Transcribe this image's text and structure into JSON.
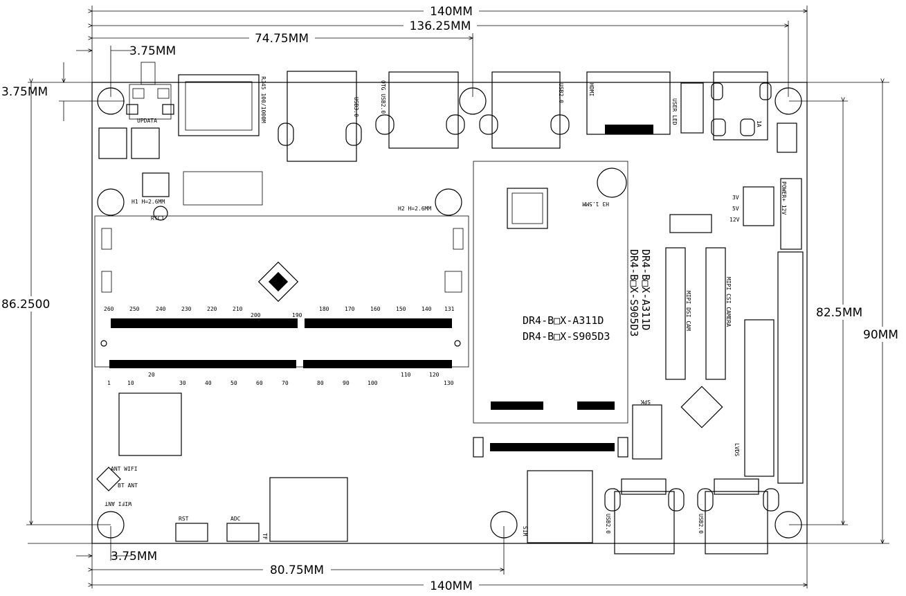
{
  "dimensions": {
    "top_width": "140MM",
    "top_inner": "136.25MM",
    "top_mid": "74.75MM",
    "top_hole_x": "3.75MM",
    "left_hole_y": "3.75MM",
    "left_height": "86.2500",
    "right_inner": "82.5MM",
    "right_height": "90MM",
    "bottom_hole_x": "3.75MM",
    "bottom_mid": "80.75MM",
    "bottom_width": "140MM"
  },
  "board_labels": {
    "model_a": "DR4-B□X-A311D",
    "model_b": "DR4-B□X-S905D3",
    "rj45": "RJ45 100/1000M",
    "usb30": "USB3.0",
    "otg": "OTG USB2.0",
    "usb20_top": "USB2.0",
    "hdmi": "HDMI",
    "user_led": "USER LED",
    "update": "UPDATA",
    "h1": "H1 H=2.6MM",
    "h2": "H2 H=2.6MM",
    "h3": "H3 1.5MM",
    "rtc": "RTC1",
    "power": "POWER+ 12V",
    "v3": "3V",
    "v5": "5V",
    "v12": "12V",
    "dc_fuse": "1A",
    "mipi_dsi": "MIPI DSI CAM",
    "mipi_csi": "MIPI CSI CAMERA",
    "spk": "SPK",
    "lvds": "LVDS",
    "wifi_ant": "WIFI ANT",
    "ant_wifi": "ANT WIFI",
    "bt_ant": "BT ANT",
    "rst": "RST",
    "adc": "ADC",
    "tf": "TF",
    "sim": "SIM",
    "usb20_bottom_a": "USB2.0",
    "usb20_bottom_b": "USB2.0"
  },
  "sodimm_top_ticks": [
    "260",
    "250",
    "240",
    "230",
    "220",
    "210",
    "200",
    "190",
    "180",
    "170",
    "160",
    "150",
    "140",
    "131"
  ],
  "sodimm_bottom_ticks": [
    "1",
    "10",
    "20",
    "30",
    "40",
    "50",
    "60",
    "70",
    "80",
    "90",
    "100",
    "110",
    "120",
    "130"
  ]
}
